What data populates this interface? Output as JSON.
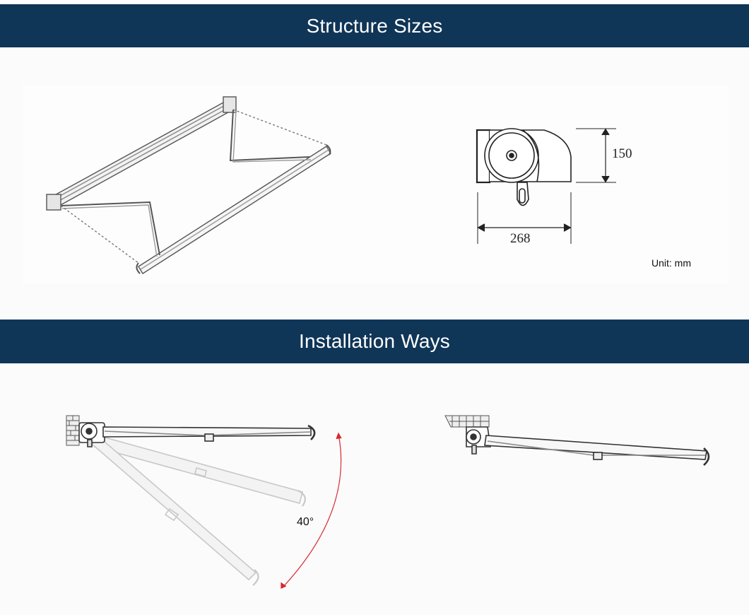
{
  "sections": {
    "structure_title": "Structure Sizes",
    "installation_title": "Installation Ways"
  },
  "dimensions": {
    "height_value": "150",
    "width_value": "268",
    "unit_label": "Unit: mm"
  },
  "installation": {
    "angle_label": "40°"
  },
  "colors": {
    "banner_bg": "#0f3557",
    "banner_text": "#ffffff",
    "angle_arc": "#d9262c"
  }
}
